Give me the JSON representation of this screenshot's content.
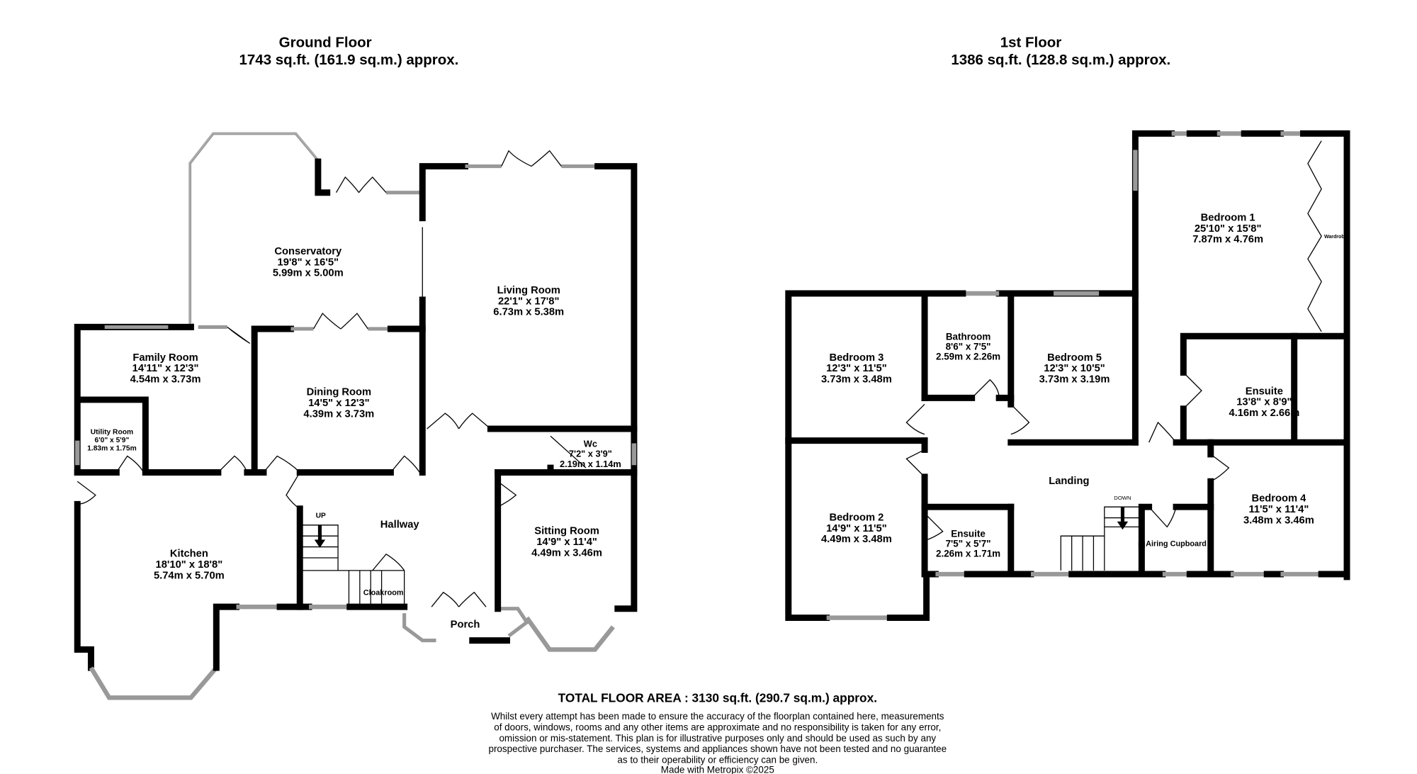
{
  "ground_floor": {
    "title": "Ground Floor",
    "area": "1743 sq.ft. (161.9 sq.m.) approx.",
    "rooms": {
      "conservatory": {
        "name": "Conservatory",
        "imperial": "19'8\"  x 16'5\"",
        "metric": "5.99m  x 5.00m"
      },
      "living_room": {
        "name": "Living Room",
        "imperial": "22'1\"  x 17'8\"",
        "metric": "6.73m  x 5.38m"
      },
      "family_room": {
        "name": "Family Room",
        "imperial": "14'11\"  x 12'3\"",
        "metric": "4.54m  x 3.73m"
      },
      "dining_room": {
        "name": "Dining Room",
        "imperial": "14'5\"  x 12'3\"",
        "metric": "4.39m  x 3.73m"
      },
      "utility_room": {
        "name": "Utility Room",
        "imperial": "6'0\"  x 5'9\"",
        "metric": "1.83m  x 1.75m"
      },
      "wc": {
        "name": "Wc",
        "imperial": "7'2\"  x 3'9\"",
        "metric": "2.19m  x 1.14m"
      },
      "kitchen": {
        "name": "Kitchen",
        "imperial": "18'10\"  x 18'8\"",
        "metric": "5.74m  x 5.70m"
      },
      "hallway": {
        "name": "Hallway"
      },
      "sitting_room": {
        "name": "Sitting Room",
        "imperial": "14'9\"  x 11'4\"",
        "metric": "4.49m  x 3.46m"
      },
      "cloakroom": {
        "name": "Cloakroom"
      },
      "porch": {
        "name": "Porch"
      }
    },
    "stairs_label": "UP"
  },
  "first_floor": {
    "title": "1st Floor",
    "area": "1386 sq.ft. (128.8 sq.m.) approx.",
    "rooms": {
      "bedroom1": {
        "name": "Bedroom 1",
        "imperial": "25'10\"  x 15'8\"",
        "metric": "7.87m  x 4.76m"
      },
      "wardrobe": {
        "name": "Wardrobe"
      },
      "bedroom3": {
        "name": "Bedroom 3",
        "imperial": "12'3\"  x 11'5\"",
        "metric": "3.73m  x 3.48m"
      },
      "bathroom": {
        "name": "Bathroom",
        "imperial": "8'6\"  x 7'5\"",
        "metric": "2.59m  x 2.26m"
      },
      "bedroom5": {
        "name": "Bedroom 5",
        "imperial": "12'3\"  x 10'5\"",
        "metric": "3.73m  x 3.19m"
      },
      "ensuite1": {
        "name": "Ensuite",
        "imperial": "13'8\"  x 8'9\"",
        "metric": "4.16m  x 2.66m"
      },
      "landing": {
        "name": "Landing"
      },
      "bedroom2": {
        "name": "Bedroom 2",
        "imperial": "14'9\"  x 11'5\"",
        "metric": "4.49m  x 3.48m"
      },
      "ensuite2": {
        "name": "Ensuite",
        "imperial": "7'5\"  x 5'7\"",
        "metric": "2.26m  x 1.71m"
      },
      "airing_cupboard": {
        "name": "Airing Cupboard"
      },
      "bedroom4": {
        "name": "Bedroom 4",
        "imperial": "11'5\"  x 11'4\"",
        "metric": "3.48m  x 3.46m"
      }
    },
    "stairs_label": "DOWN"
  },
  "footer": {
    "total": "TOTAL FLOOR AREA : 3130 sq.ft. (290.7 sq.m.) approx.",
    "disclaimer": [
      "Whilst every attempt has been made to ensure the accuracy of the floorplan contained here, measurements",
      "of doors, windows, rooms and any other items are approximate and no responsibility is taken for any error,",
      "omission or mis-statement. This plan is for illustrative purposes only and should be used as such by any",
      "prospective purchaser. The services, systems and appliances shown have not been tested and no guarantee",
      "as to their operability or efficiency can be given."
    ],
    "credit": "Made with Metropix ©2025"
  }
}
